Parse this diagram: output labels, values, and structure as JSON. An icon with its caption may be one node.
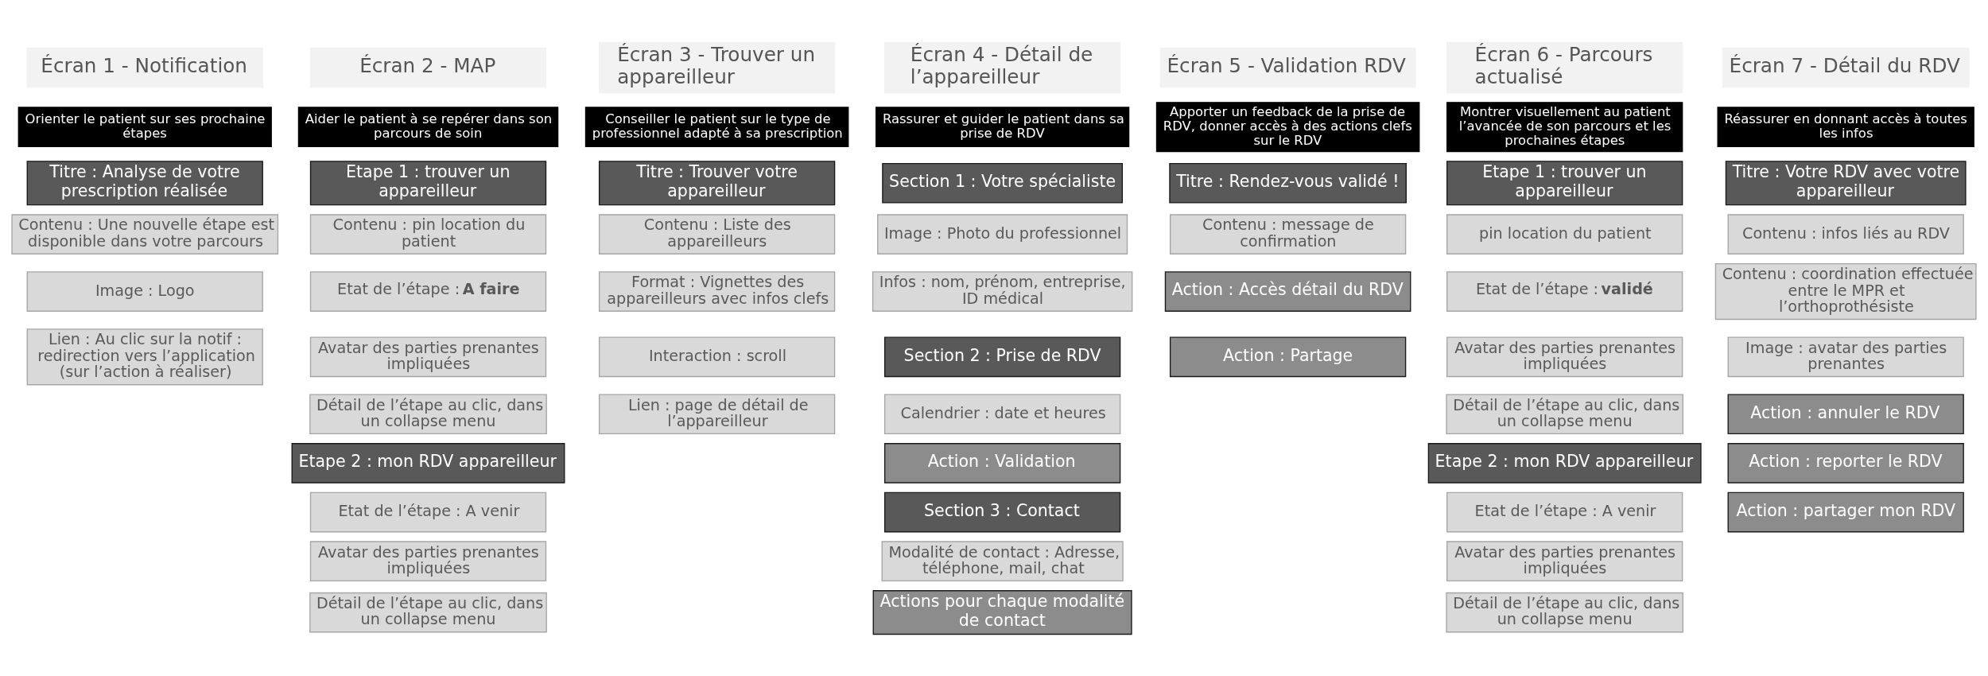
{
  "diagram": {
    "nodes": [
      {
        "text": [
          "Écran 1 - Notification"
        ]
      },
      {
        "text": [
          "Orienter le patient sur ses prochaine étapes"
        ]
      },
      {
        "text": [
          "Titre : Analyse de votre prescription réalisée"
        ]
      },
      {
        "text": [
          "Contenu : Une nouvelle étape est disponible dans votre parcours"
        ]
      },
      {
        "text": [
          "Image : Logo"
        ]
      },
      {
        "text": [
          "Lien : Au clic sur la notif : redirection vers l’application (sur l’action à réaliser)"
        ]
      },
      {
        "text": [
          "Écran 2 - MAP"
        ]
      },
      {
        "text": [
          "Aider le patient à se repérer dans son parcours de soin"
        ]
      },
      {
        "text": [
          "Etape 1 : trouver un appareilleur"
        ]
      },
      {
        "text": [
          "Contenu : pin location du patient"
        ]
      },
      {
        "text": [
          "Etat de l’étape : **A faire**"
        ]
      },
      {
        "text": [
          "Avatar des parties prenantes impliquées"
        ]
      },
      {
        "text": [
          "Détail de l’étape au clic, dans un collapse menu"
        ]
      },
      {
        "text": [
          "Etape 2 : mon RDV appareilleur"
        ]
      },
      {
        "text": [
          "Etat de l’étape : A venir"
        ]
      },
      {
        "text": [
          "Avatar des parties prenantes impliquées"
        ]
      },
      {
        "text": [
          "Détail de l’étape au clic, dans un collapse menu"
        ]
      },
      {
        "text": [
          "Écran 3 - Trouver un appareilleur"
        ]
      },
      {
        "text": [
          "Conseiller le patient sur le type de professionnel adapté à sa prescription"
        ]
      },
      {
        "text": [
          "Titre : Trouver votre appareilleur"
        ]
      },
      {
        "text": [
          "Contenu : Liste des appareilleurs"
        ]
      },
      {
        "text": [
          "Format : Vignettes des appareilleurs avec infos clefs"
        ]
      },
      {
        "text": [
          "Interaction : scroll"
        ]
      },
      {
        "text": [
          "Lien : page de détail de l’appareilleur"
        ]
      },
      {
        "text": [
          "Écran 4 - Détail de l’appareilleur"
        ]
      },
      {
        "text": [
          "Rassurer et guider le patient dans sa prise de RDV"
        ]
      },
      {
        "text": [
          "Section 1 : Votre spécialiste"
        ]
      },
      {
        "text": [
          "Image : Photo du professionnel"
        ]
      },
      {
        "text": [
          "Infos : nom, prénom, entreprise, ID médical"
        ]
      },
      {
        "text": [
          "Section 2 : Prise de RDV"
        ]
      },
      {
        "text": [
          "Calendrier : date et heures"
        ]
      },
      {
        "text": [
          "Action : Validation"
        ]
      },
      {
        "text": [
          "Section 3 : Contact"
        ]
      },
      {
        "text": [
          "Modalité de contact : Adresse, téléphone, mail, chat"
        ]
      },
      {
        "text": [
          "Actions pour chaque modalité de contact"
        ]
      },
      {
        "text": [
          "Écran 5 - Validation RDV"
        ]
      },
      {
        "text": [
          "Apporter un feedback de la prise de RDV, donner accès à des actions clefs sur le RDV"
        ]
      },
      {
        "text": [
          "Titre : Rendez-vous validé !"
        ]
      },
      {
        "text": [
          "Contenu : message de confirmation"
        ]
      },
      {
        "text": [
          "Action : Accès détail du RDV"
        ]
      },
      {
        "text": [
          "Action : Partage"
        ]
      },
      {
        "text": [
          "Écran 6 - Parcours actualisé"
        ]
      },
      {
        "text": [
          "Montrer visuellement au patient l’avancée de son parcours et les prochaines étapes"
        ]
      },
      {
        "text": [
          "Etape 1 : trouver un appareilleur"
        ]
      },
      {
        "text": [
          "pin location du patient"
        ]
      },
      {
        "text": [
          "Etat de l’étape : **validé**"
        ]
      },
      {
        "text": [
          "Avatar des parties prenantes impliquées"
        ]
      },
      {
        "text": [
          "Détail de l’étape au clic, dans un collapse menu"
        ]
      },
      {
        "text": [
          "Etape 2 : mon RDV appareilleur"
        ]
      },
      {
        "text": [
          "Etat de l’étape : A venir"
        ]
      },
      {
        "text": [
          "Avatar des parties prenantes impliquées"
        ]
      },
      {
        "text": [
          "Détail de l’étape au clic, dans un collapse menu"
        ]
      },
      {
        "text": [
          "Écran 7 - Détail du RDV"
        ]
      },
      {
        "text": [
          "Réassurer en donnant accès à toutes les infos"
        ]
      },
      {
        "text": [
          "Titre : Votre RDV avec votre appareilleur"
        ]
      },
      {
        "text": [
          "Contenu : infos liés au RDV"
        ]
      },
      {
        "text": [
          "Contenu : coordination effectuée entre le MPR et l’orthoprothésiste"
        ]
      },
      {
        "text": [
          "Image : avatar des parties prenantes"
        ]
      },
      {
        "text": [
          "Action : annuler le RDV"
        ]
      },
      {
        "text": [
          "Action : reporter le RDV"
        ]
      },
      {
        "text": [
          "Action : partager mon RDV"
        ]
      }
    ]
  }
}
